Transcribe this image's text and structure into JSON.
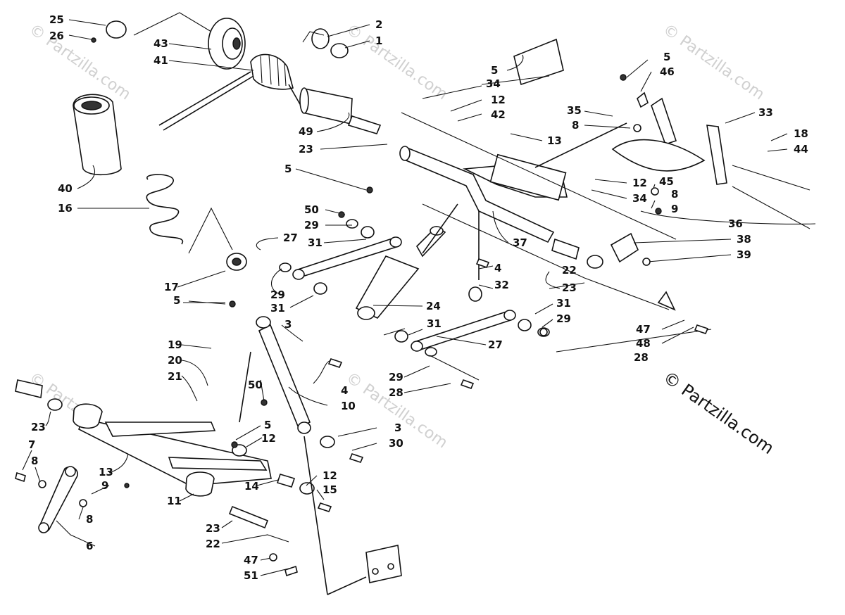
{
  "watermark_text": "© Partzilla.com",
  "copyright_text": "© Partzilla.com",
  "callouts": [
    {
      "id": "c25",
      "text": "25"
    },
    {
      "id": "c26",
      "text": "26"
    },
    {
      "id": "c43",
      "text": "43"
    },
    {
      "id": "c41",
      "text": "41"
    },
    {
      "id": "c2",
      "text": "2"
    },
    {
      "id": "c1",
      "text": "1"
    },
    {
      "id": "c49",
      "text": "49"
    },
    {
      "id": "c23a",
      "text": "23"
    },
    {
      "id": "c40",
      "text": "40"
    },
    {
      "id": "c16",
      "text": "16"
    },
    {
      "id": "c5a",
      "text": "5"
    },
    {
      "id": "c34a",
      "text": "34"
    },
    {
      "id": "c12a",
      "text": "12"
    },
    {
      "id": "c42",
      "text": "42"
    },
    {
      "id": "c5b",
      "text": "5"
    },
    {
      "id": "c46",
      "text": "46"
    },
    {
      "id": "c35",
      "text": "35"
    },
    {
      "id": "c8a",
      "text": "8"
    },
    {
      "id": "c13a",
      "text": "13"
    },
    {
      "id": "c33",
      "text": "33"
    },
    {
      "id": "c18",
      "text": "18"
    },
    {
      "id": "c44",
      "text": "44"
    },
    {
      "id": "c5c",
      "text": "5"
    },
    {
      "id": "c50a",
      "text": "50"
    },
    {
      "id": "c29a",
      "text": "29"
    },
    {
      "id": "c27a",
      "text": "27"
    },
    {
      "id": "c31a",
      "text": "31"
    },
    {
      "id": "c12b",
      "text": "12"
    },
    {
      "id": "c34b",
      "text": "34"
    },
    {
      "id": "c45",
      "text": "45"
    },
    {
      "id": "c8b",
      "text": "8"
    },
    {
      "id": "c9a",
      "text": "9"
    },
    {
      "id": "c36",
      "text": "36"
    },
    {
      "id": "c37",
      "text": "37"
    },
    {
      "id": "c38",
      "text": "38"
    },
    {
      "id": "c39",
      "text": "39"
    },
    {
      "id": "c17",
      "text": "17"
    },
    {
      "id": "c4a",
      "text": "4"
    },
    {
      "id": "c22a",
      "text": "22"
    },
    {
      "id": "c32",
      "text": "32"
    },
    {
      "id": "c23b",
      "text": "23"
    },
    {
      "id": "c29b",
      "text": "29"
    },
    {
      "id": "c31b",
      "text": "31"
    },
    {
      "id": "c24",
      "text": "24"
    },
    {
      "id": "c5d",
      "text": "5"
    },
    {
      "id": "c3a",
      "text": "3"
    },
    {
      "id": "c31c",
      "text": "31"
    },
    {
      "id": "c31d",
      "text": "31"
    },
    {
      "id": "c29c",
      "text": "29"
    },
    {
      "id": "c19",
      "text": "19"
    },
    {
      "id": "c27b",
      "text": "27"
    },
    {
      "id": "c47a",
      "text": "47"
    },
    {
      "id": "c48",
      "text": "48"
    },
    {
      "id": "c4b",
      "text": "4"
    },
    {
      "id": "c29d",
      "text": "29"
    },
    {
      "id": "c28a",
      "text": "28"
    },
    {
      "id": "c28b",
      "text": "28"
    },
    {
      "id": "c20",
      "text": "20"
    },
    {
      "id": "c21",
      "text": "21"
    },
    {
      "id": "c50b",
      "text": "50"
    },
    {
      "id": "c10",
      "text": "10"
    },
    {
      "id": "c23c",
      "text": "23"
    },
    {
      "id": "c5e",
      "text": "5"
    },
    {
      "id": "c12c",
      "text": "12"
    },
    {
      "id": "c3b",
      "text": "3"
    },
    {
      "id": "c30",
      "text": "30"
    },
    {
      "id": "c7",
      "text": "7"
    },
    {
      "id": "c8c",
      "text": "8"
    },
    {
      "id": "c13b",
      "text": "13"
    },
    {
      "id": "c9b",
      "text": "9"
    },
    {
      "id": "c14",
      "text": "14"
    },
    {
      "id": "c12d",
      "text": "12"
    },
    {
      "id": "c15",
      "text": "15"
    },
    {
      "id": "c11",
      "text": "11"
    },
    {
      "id": "c8d",
      "text": "8"
    },
    {
      "id": "c23d",
      "text": "23"
    },
    {
      "id": "c22b",
      "text": "22"
    },
    {
      "id": "c6",
      "text": "6"
    },
    {
      "id": "c47b",
      "text": "47"
    },
    {
      "id": "c51",
      "text": "51"
    }
  ]
}
